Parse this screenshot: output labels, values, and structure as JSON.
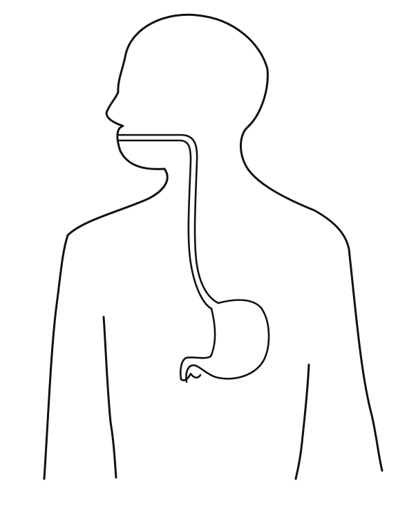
{
  "diagram": {
    "background_color": "#ffffff",
    "line_color": "#111111",
    "parts": [
      "head",
      "torso",
      "arms",
      "esophagus",
      "stomach"
    ]
  }
}
